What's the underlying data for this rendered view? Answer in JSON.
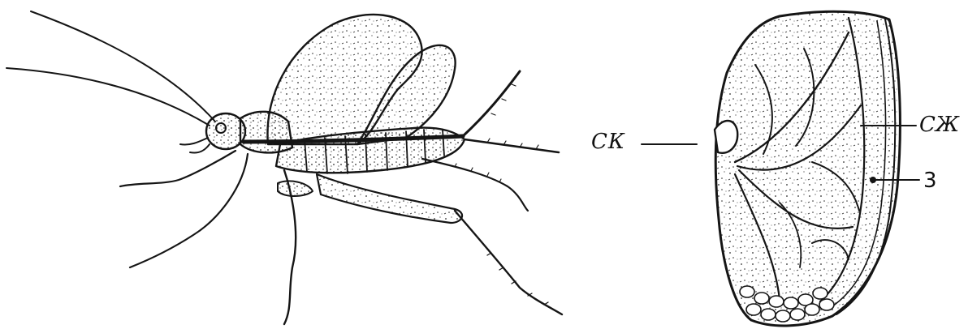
{
  "labels": {
    "sk": "СК",
    "szh": "СЖ",
    "three": "3"
  },
  "colors": {
    "ink": "#151515",
    "background": "#ffffff",
    "stipple": "#2a2a2a"
  }
}
